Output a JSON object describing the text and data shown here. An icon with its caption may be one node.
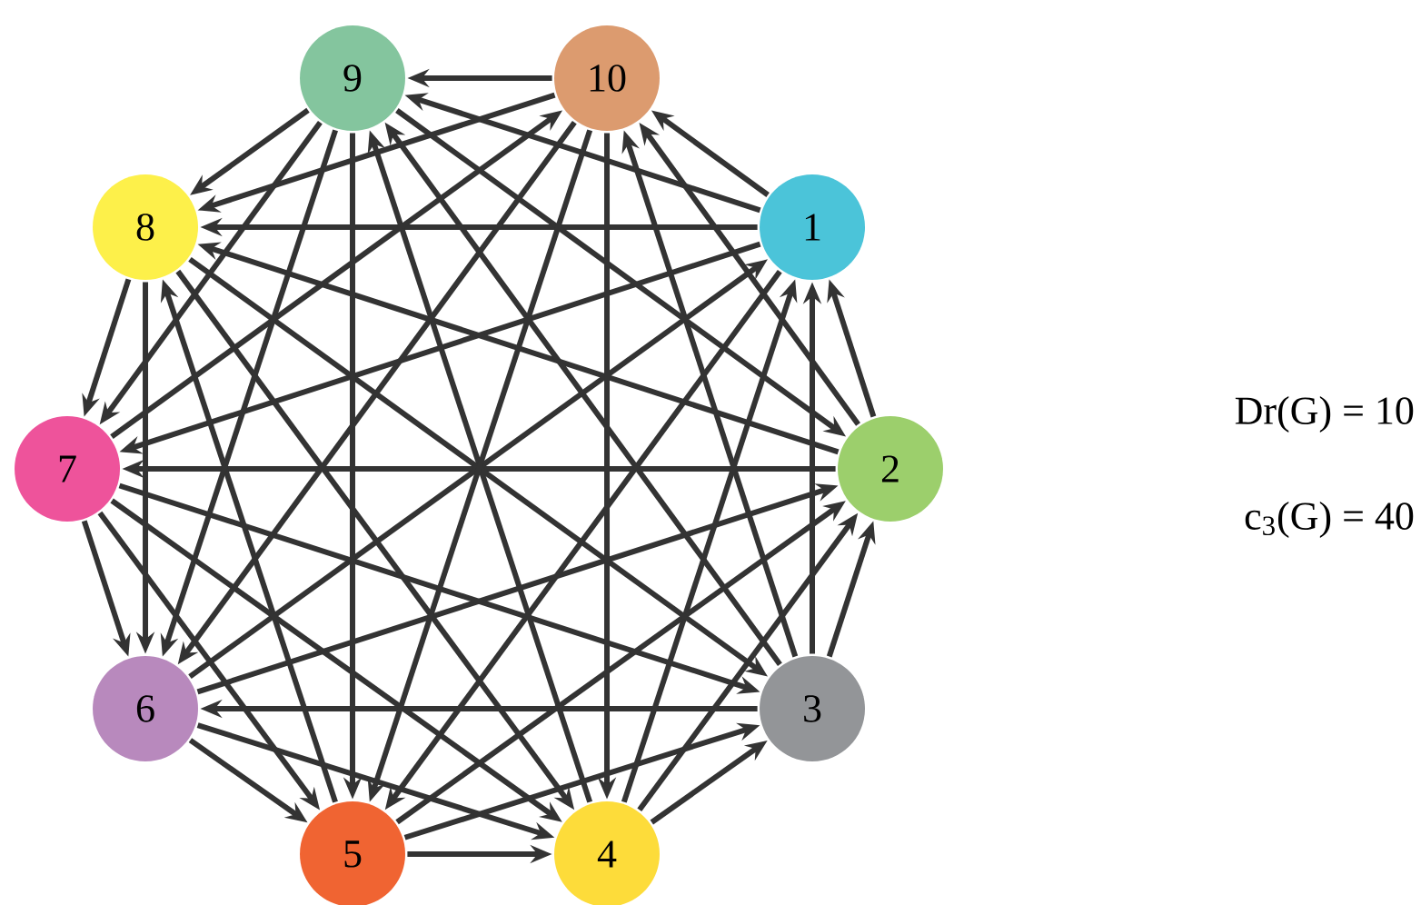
{
  "diagram": {
    "nodes": [
      {
        "text": [
          "1"
        ]
      },
      {
        "text": [
          "2"
        ]
      },
      {
        "text": [
          "3"
        ]
      },
      {
        "text": [
          "4"
        ]
      },
      {
        "text": [
          "5"
        ]
      },
      {
        "text": [
          "6"
        ]
      },
      {
        "text": [
          "7"
        ]
      },
      {
        "text": [
          "8"
        ]
      },
      {
        "text": [
          "9"
        ]
      },
      {
        "text": [
          "10"
        ]
      }
    ],
    "edges": [
      {
        "from": 0,
        "to": 9,
        "arrow": "to"
      },
      {
        "from": 0,
        "to": 8,
        "arrow": "to"
      },
      {
        "from": 0,
        "to": 7,
        "arrow": "to"
      },
      {
        "from": 0,
        "to": 6,
        "arrow": "to"
      },
      {
        "from": 0,
        "to": 4,
        "arrow": "to"
      },
      {
        "from": 1,
        "to": 0,
        "arrow": "to"
      },
      {
        "from": 1,
        "to": 9,
        "arrow": "to"
      },
      {
        "from": 1,
        "to": 7,
        "arrow": "to"
      },
      {
        "from": 1,
        "to": 6,
        "arrow": "to"
      },
      {
        "from": 2,
        "to": 1,
        "arrow": "to"
      },
      {
        "from": 2,
        "to": 0,
        "arrow": "to"
      },
      {
        "from": 2,
        "to": 9,
        "arrow": "to"
      },
      {
        "from": 2,
        "to": 8,
        "arrow": "to"
      },
      {
        "from": 2,
        "to": 5,
        "arrow": "to"
      },
      {
        "from": 3,
        "to": 2,
        "arrow": "to"
      },
      {
        "from": 3,
        "to": 1,
        "arrow": "to"
      },
      {
        "from": 3,
        "to": 0,
        "arrow": "to"
      },
      {
        "from": 3,
        "to": 8,
        "arrow": "to"
      },
      {
        "from": 4,
        "to": 3,
        "arrow": "to"
      },
      {
        "from": 4,
        "to": 2,
        "arrow": "to"
      },
      {
        "from": 4,
        "to": 1,
        "arrow": "to"
      },
      {
        "from": 4,
        "to": 7,
        "arrow": "to"
      },
      {
        "from": 5,
        "to": 4,
        "arrow": "to"
      },
      {
        "from": 5,
        "to": 3,
        "arrow": "to"
      },
      {
        "from": 5,
        "to": 1,
        "arrow": "to"
      },
      {
        "from": 5,
        "to": 0,
        "arrow": "to"
      },
      {
        "from": 6,
        "to": 5,
        "arrow": "to"
      },
      {
        "from": 6,
        "to": 4,
        "arrow": "to"
      },
      {
        "from": 6,
        "to": 3,
        "arrow": "to"
      },
      {
        "from": 6,
        "to": 2,
        "arrow": "to"
      },
      {
        "from": 6,
        "to": 9,
        "arrow": "to"
      },
      {
        "from": 7,
        "to": 6,
        "arrow": "to"
      },
      {
        "from": 7,
        "to": 5,
        "arrow": "to"
      },
      {
        "from": 7,
        "to": 3,
        "arrow": "to"
      },
      {
        "from": 7,
        "to": 2,
        "arrow": "to"
      },
      {
        "from": 8,
        "to": 7,
        "arrow": "to"
      },
      {
        "from": 8,
        "to": 6,
        "arrow": "to"
      },
      {
        "from": 8,
        "to": 5,
        "arrow": "to"
      },
      {
        "from": 8,
        "to": 4,
        "arrow": "to"
      },
      {
        "from": 8,
        "to": 1,
        "arrow": "to"
      },
      {
        "from": 9,
        "to": 8,
        "arrow": "to"
      },
      {
        "from": 9,
        "to": 7,
        "arrow": "to"
      },
      {
        "from": 9,
        "to": 5,
        "arrow": "to"
      },
      {
        "from": 9,
        "to": 4,
        "arrow": "to"
      },
      {
        "from": 9,
        "to": 3,
        "arrow": "to"
      }
    ],
    "labels": [
      "Dr(G) = 10",
      "c$_{3}$(G) = 40"
    ]
  }
}
